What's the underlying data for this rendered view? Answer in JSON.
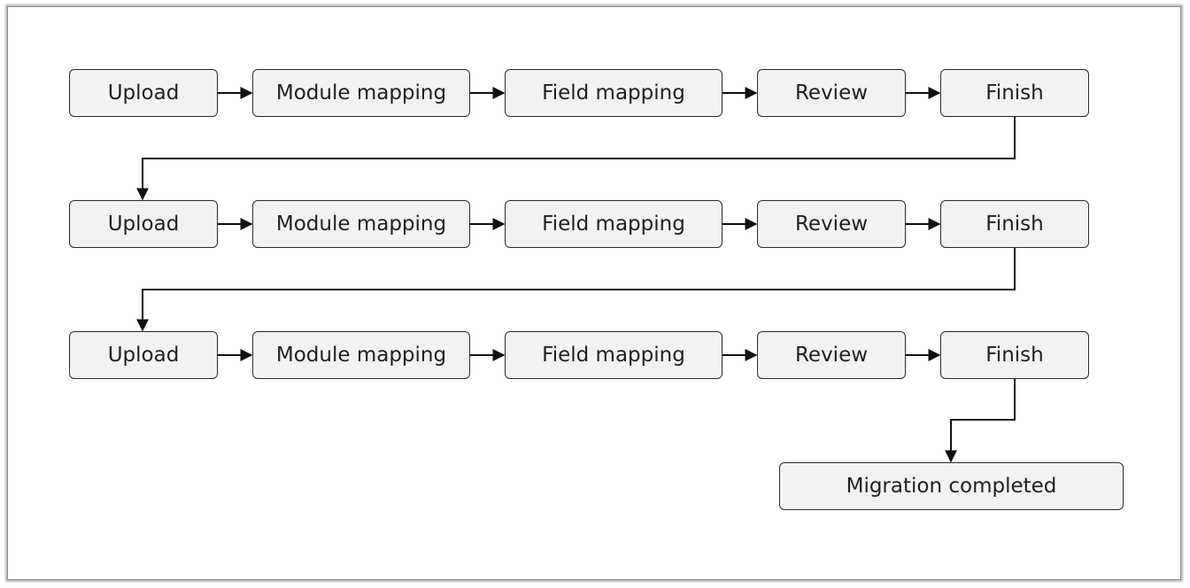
{
  "diagram": {
    "rows": [
      {
        "steps": [
          {
            "label": "Upload"
          },
          {
            "label": "Module mapping"
          },
          {
            "label": "Field mapping"
          },
          {
            "label": "Review"
          },
          {
            "label": "Finish"
          }
        ]
      },
      {
        "steps": [
          {
            "label": "Upload"
          },
          {
            "label": "Module mapping"
          },
          {
            "label": "Field mapping"
          },
          {
            "label": "Review"
          },
          {
            "label": "Finish"
          }
        ]
      },
      {
        "steps": [
          {
            "label": "Upload"
          },
          {
            "label": "Module mapping"
          },
          {
            "label": "Field mapping"
          },
          {
            "label": "Review"
          },
          {
            "label": "Finish"
          }
        ]
      }
    ],
    "end_node": {
      "label": "Migration completed"
    },
    "colors": {
      "node_fill": "#f2f2f2",
      "node_border": "#2b2b2b",
      "edge": "#111111"
    }
  }
}
